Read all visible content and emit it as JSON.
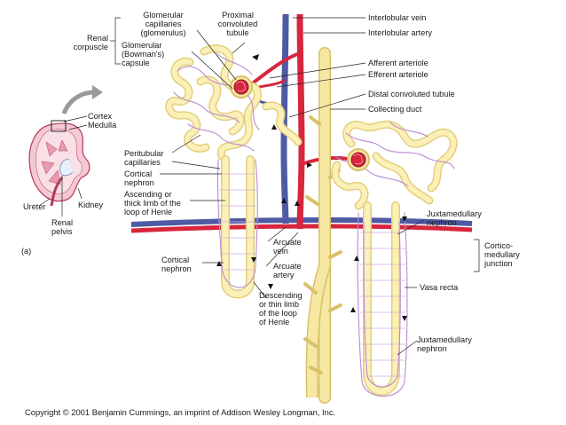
{
  "figure_label": "(a)",
  "inset": {
    "cortex": "Cortex",
    "medulla": "Medulla",
    "kidney": "Kidney",
    "ureter": "Ureter",
    "renal_pelvis_1": "Renal",
    "renal_pelvis_2": "pelvis"
  },
  "labels": {
    "renal_corpuscle_1": "Renal",
    "renal_corpuscle_2": "corpuscle",
    "glom_cap_1": "Glomerular",
    "glom_cap_2": "capillaries",
    "glom_cap_3": "(glomerulus)",
    "glom_capsule_1": "Glomerular",
    "glom_capsule_2": "(Bowman's)",
    "glom_capsule_3": "capsule",
    "pct_1": "Proximal",
    "pct_2": "convoluted",
    "pct_3": "tubule",
    "interlobular_vein": "Interlobular vein",
    "interlobular_artery": "Interlobular artery",
    "afferent": "Afferent arteriole",
    "efferent": "Efferent arteriole",
    "dct": "Distal convoluted tubule",
    "collecting_duct": "Collecting duct",
    "peritubular_1": "Peritubular",
    "peritubular_2": "capillaries",
    "cortical_nephron_1": "Cortical",
    "cortical_nephron_2": "nephron",
    "ascending_1": "Ascending or",
    "ascending_2": "thick limb of the",
    "ascending_3": "loop of Henle",
    "juxta_1": "Juxtamedullary",
    "juxta_2": "nephron",
    "cortico_1": "Cortico-",
    "cortico_2": "medullary",
    "cortico_3": "junction",
    "arcuate_vein_1": "Arcuate",
    "arcuate_vein_2": "vein",
    "arcuate_artery_1": "Arcuate",
    "arcuate_artery_2": "artery",
    "cortical_nephron_b1": "Cortical",
    "cortical_nephron_b2": "nephron",
    "descending_1": "Descending",
    "descending_2": "or thin limb",
    "descending_3": "of the loop",
    "descending_4": "of Henle",
    "vasa_recta": "Vasa recta",
    "juxta_b1": "Juxtamedullary",
    "juxta_b2": "nephron"
  },
  "copyright": "Copyright © 2001 Benjamin Cummings, an imprint of Addison Wesley Longman, Inc.",
  "colors": {
    "vein": "#5560a8",
    "artery": "#d7263d",
    "tubule": "#f6e7a3",
    "tubule_edge": "#d9c16a",
    "capillary": "#b98bd0"
  }
}
